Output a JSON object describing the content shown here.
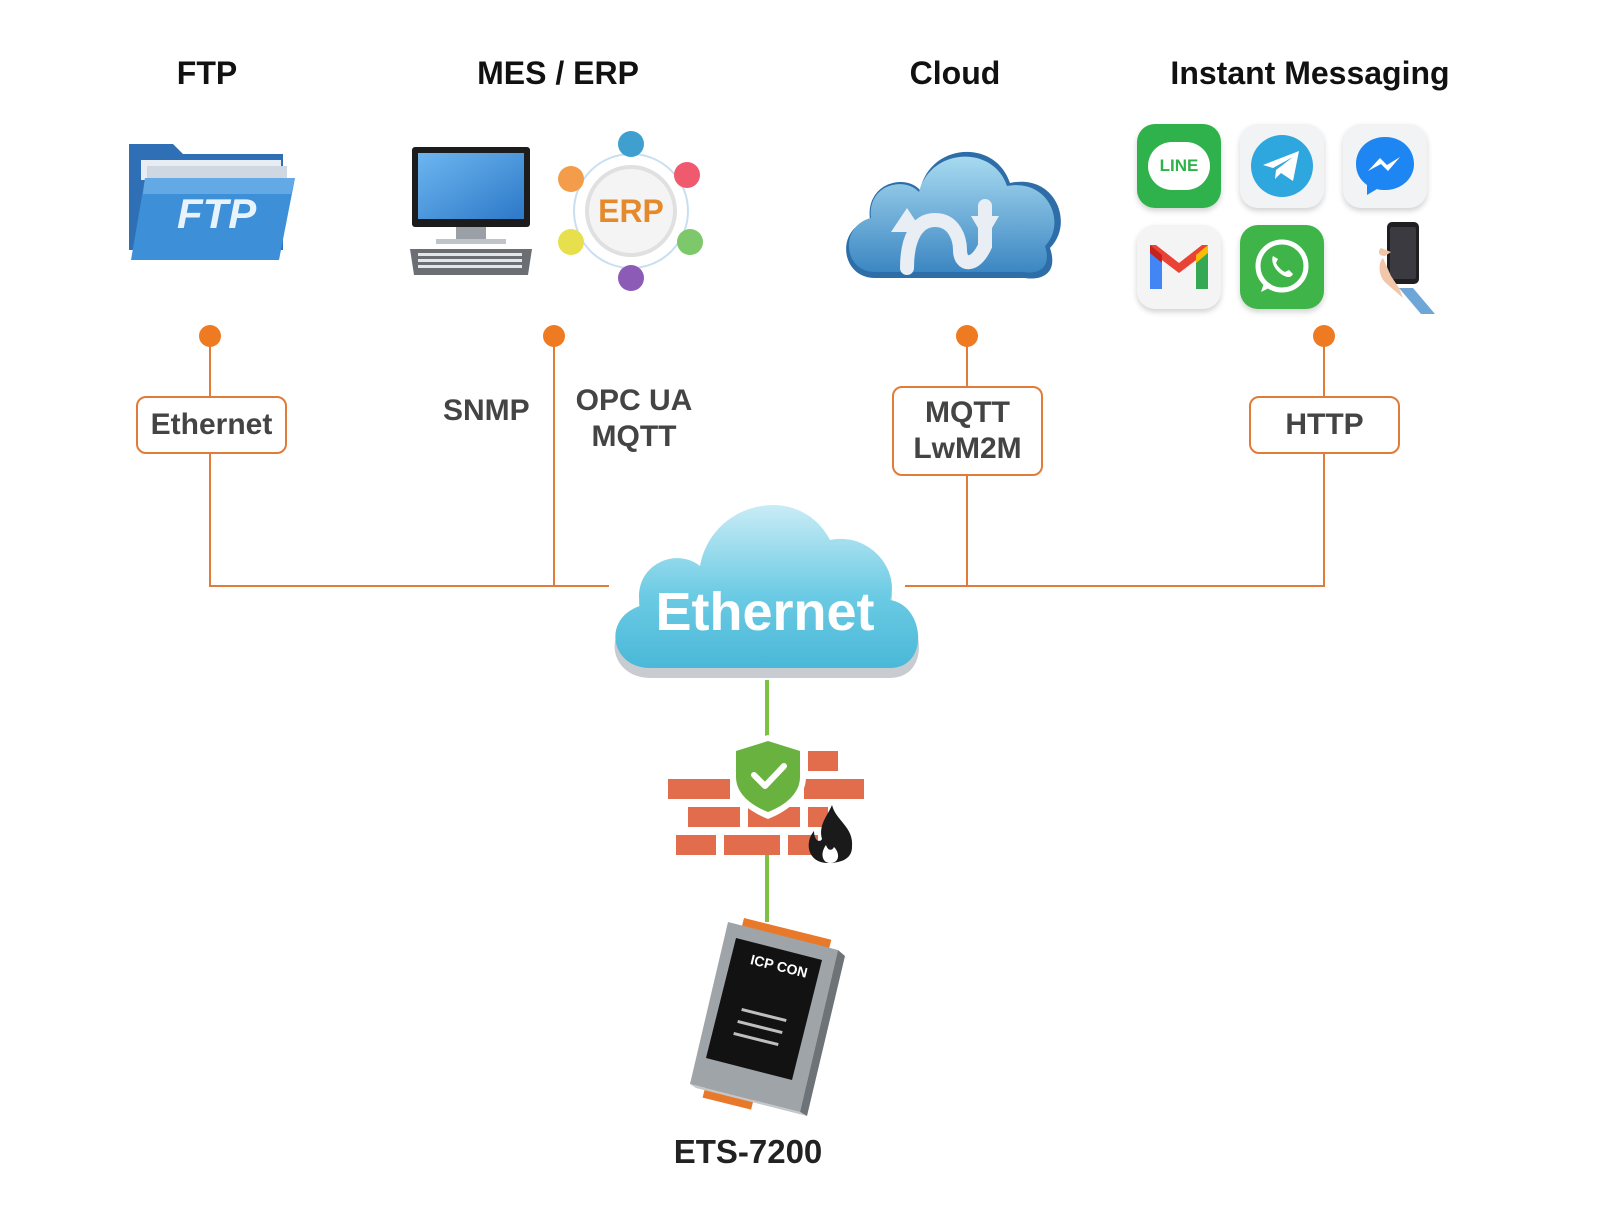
{
  "categories": {
    "ftp": "FTP",
    "mes_erp": "MES / ERP",
    "cloud": "Cloud",
    "instant_messaging": "Instant Messaging"
  },
  "icons": {
    "ftp_folder_text": "FTP",
    "erp_badge_text": "ERP",
    "line_text": "LINE"
  },
  "protocols": {
    "ftp": "Ethernet",
    "mes_left": "SNMP",
    "mes_right_line1": "OPC UA",
    "mes_right_line2": "MQTT",
    "cloud_line1": "MQTT",
    "cloud_line2": "LwM2M",
    "im": "HTTP"
  },
  "network": {
    "label": "Ethernet"
  },
  "device": {
    "name": "ETS-7200",
    "brand": "ICP CON"
  },
  "colors": {
    "connector": "#e07b39",
    "dot": "#ee7a22",
    "cloud": "#5fc3dc",
    "firewall_link": "#7dc143",
    "brick": "#e26d4d",
    "shield": "#6ab23f"
  }
}
